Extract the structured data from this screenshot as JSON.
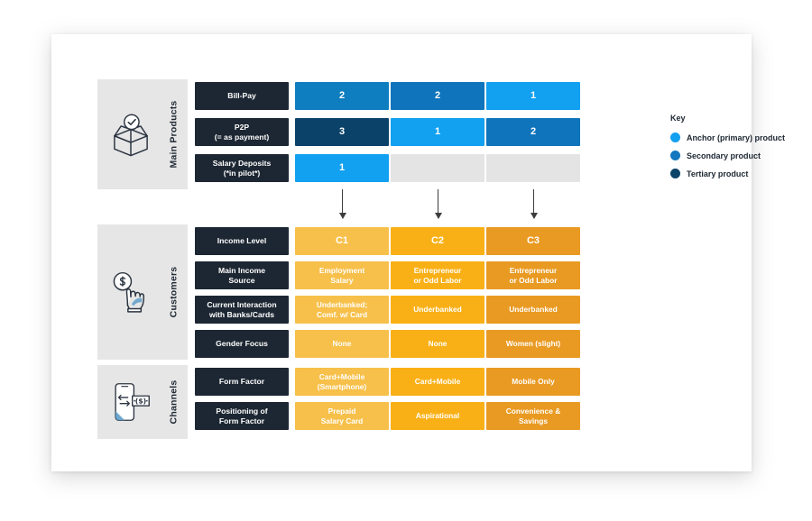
{
  "colors": {
    "anchor_blue": "#12a0f0",
    "secondary_blue": "#0f6fb5",
    "tertiary_blue": "#0b4269",
    "label_navy": "#1d2733",
    "orange_c1": "#f7c04a",
    "orange_c2": "#f9b016",
    "orange_c3": "#e99a22",
    "empty_gray": "#e4e4e4",
    "band_gray": "#e6e6e6",
    "card_white": "#ffffff"
  },
  "bands": [
    {
      "id": "main-products",
      "title": "Main Products",
      "icon": "open-box-check-icon"
    },
    {
      "id": "customers",
      "title": "Customers",
      "icon": "hand-coin-icon"
    },
    {
      "id": "channels",
      "title": "Channels",
      "icon": "smartphone-transfer-icon"
    }
  ],
  "matrix": {
    "main_products": {
      "rows": [
        {
          "label": "Bill-Pay",
          "cells": [
            {
              "text": "2",
              "tone": "secondary"
            },
            {
              "text": "2",
              "tone": "secondary"
            },
            {
              "text": "1",
              "tone": "anchor"
            }
          ]
        },
        {
          "label": "P2P\n(= as payment)",
          "label_line1": "P2P",
          "label_line2": "(= as payment)",
          "cells": [
            {
              "text": "3",
              "tone": "tertiary"
            },
            {
              "text": "1",
              "tone": "anchor"
            },
            {
              "text": "2",
              "tone": "secondary"
            }
          ]
        },
        {
          "label_line1": "Salary Deposits",
          "label_line2": "(*in pilot*)",
          "cells": [
            {
              "text": "1",
              "tone": "anchor"
            },
            {
              "text": "",
              "tone": "empty"
            },
            {
              "text": "",
              "tone": "empty"
            }
          ]
        }
      ]
    },
    "customers": {
      "rows": [
        {
          "label_line1": "Income Level",
          "label_line2": "",
          "cells": [
            {
              "text": "C1",
              "tone": "c1"
            },
            {
              "text": "C2",
              "tone": "c2"
            },
            {
              "text": "C3",
              "tone": "c3"
            }
          ]
        },
        {
          "label_line1": "Main Income",
          "label_line2": "Source",
          "cells": [
            {
              "line1": "Employment",
              "line2": "Salary",
              "tone": "c1"
            },
            {
              "line1": "Entrepreneur",
              "line2": "or Odd Labor",
              "tone": "c2"
            },
            {
              "line1": "Entrepreneur",
              "line2": "or Odd Labor",
              "tone": "c3"
            }
          ]
        },
        {
          "label_line1": "Current Interaction",
          "label_line2": "with Banks/Cards",
          "cells": [
            {
              "line1": "Underbanked;",
              "line2": "Comf. w/ Card",
              "tone": "c1"
            },
            {
              "line1": "Underbanked",
              "line2": "",
              "tone": "c2"
            },
            {
              "line1": "Underbanked",
              "line2": "",
              "tone": "c3"
            }
          ]
        },
        {
          "label_line1": "Gender Focus",
          "label_line2": "",
          "cells": [
            {
              "line1": "None",
              "line2": "",
              "tone": "c1"
            },
            {
              "line1": "None",
              "line2": "",
              "tone": "c2"
            },
            {
              "line1": "Women (slight)",
              "line2": "",
              "tone": "c3"
            }
          ]
        }
      ]
    },
    "channels": {
      "rows": [
        {
          "label_line1": "Form Factor",
          "label_line2": "",
          "cells": [
            {
              "line1": "Card+Mobile",
              "line2": "(Smartphone)",
              "tone": "c1"
            },
            {
              "line1": "Card+Mobile",
              "line2": "",
              "tone": "c2"
            },
            {
              "line1": "Mobile Only",
              "line2": "",
              "tone": "c3"
            }
          ]
        },
        {
          "label_line1": "Positioning of",
          "label_line2": "Form Factor",
          "cells": [
            {
              "line1": "Prepaid",
              "line2": "Salary Card",
              "tone": "c1"
            },
            {
              "line1": "Aspirational",
              "line2": "",
              "tone": "c2"
            },
            {
              "line1": "Convenience &",
              "line2": "Savings",
              "tone": "c3"
            }
          ]
        }
      ]
    }
  },
  "legend": {
    "title": "Key",
    "items": [
      {
        "label": "Anchor (primary) product",
        "color": "#12a0f0"
      },
      {
        "label": "Secondary product",
        "color": "#1277bf"
      },
      {
        "label": "Tertiary product",
        "color": "#0b4269"
      }
    ]
  }
}
